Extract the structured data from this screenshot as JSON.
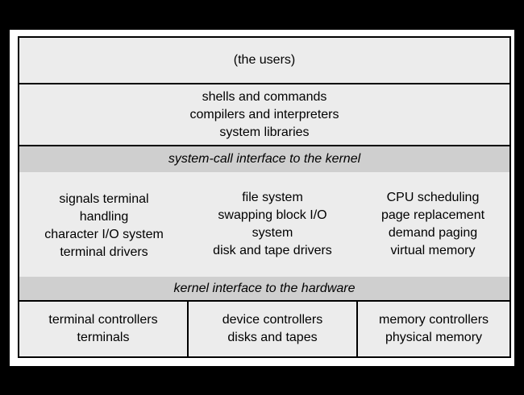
{
  "layers": {
    "users": "(the users)",
    "utilities": [
      "shells and commands",
      "compilers and interpreters",
      "system libraries"
    ],
    "syscall_interface": "system-call interface to the kernel",
    "kernel": {
      "col1": [
        "signals terminal",
        "handling",
        "character I/O system",
        "terminal drivers"
      ],
      "col2": [
        "file system",
        "swapping block I/O",
        "system",
        "disk and tape drivers"
      ],
      "col3": [
        "CPU scheduling",
        "page replacement",
        "demand paging",
        "virtual memory"
      ]
    },
    "hardware_interface": "kernel interface to the hardware",
    "hardware": {
      "col1": [
        "terminal controllers",
        "terminals"
      ],
      "col2": [
        "device controllers",
        "disks and tapes"
      ],
      "col3": [
        "memory controllers",
        "physical memory"
      ]
    }
  }
}
